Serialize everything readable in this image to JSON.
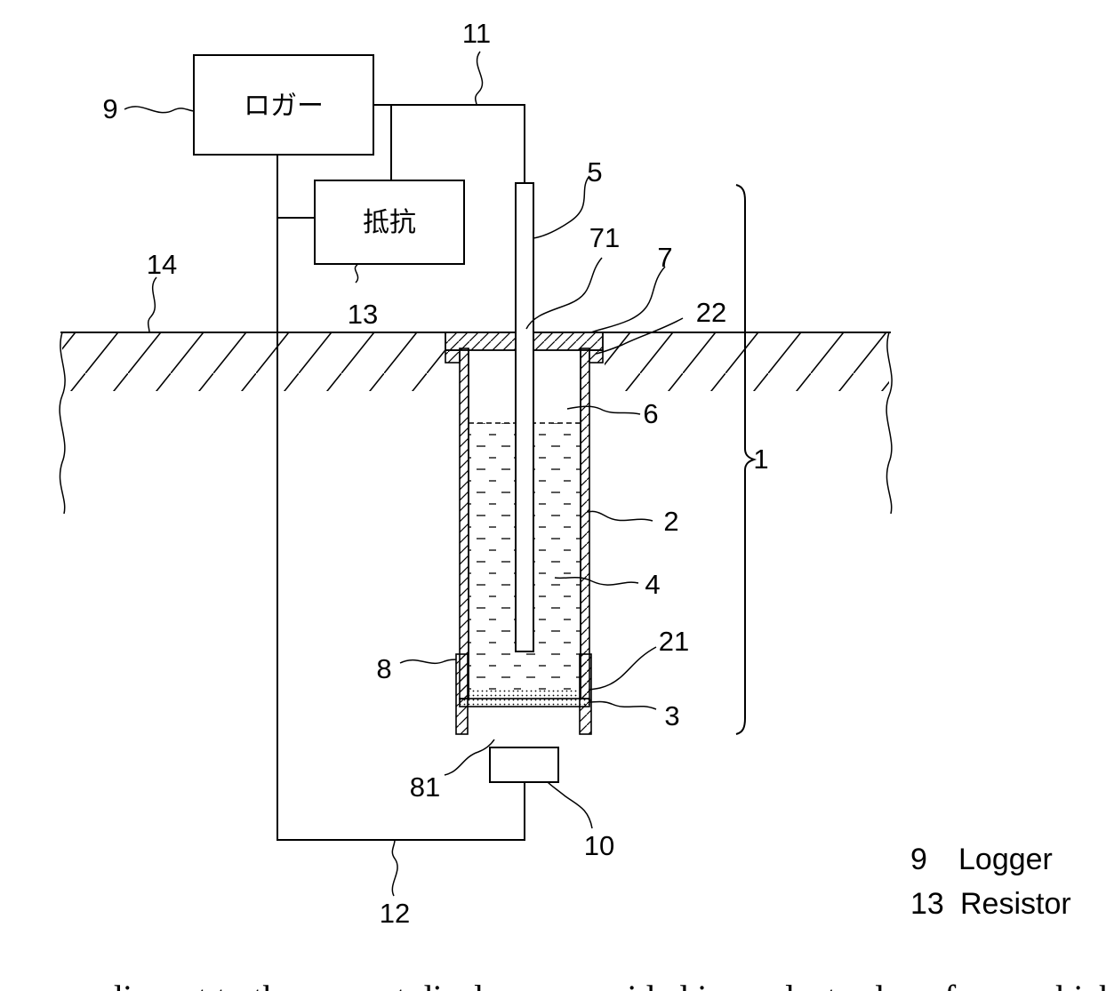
{
  "boxes": {
    "logger_label": "ロガー",
    "resistor_label": "抵抗"
  },
  "refs": {
    "r1": "1",
    "r2": "2",
    "r3": "3",
    "r4": "4",
    "r5": "5",
    "r6": "6",
    "r7": "7",
    "r8": "8",
    "r9": "9",
    "r10": "10",
    "r11": "11",
    "r12": "12",
    "r13": "13",
    "r14": "14",
    "r21": "21",
    "r22": "22",
    "r71": "71",
    "r81": "81"
  },
  "legend": [
    {
      "num": "9",
      "text": "Logger"
    },
    {
      "num": "13",
      "text": "Resistor"
    }
  ],
  "caption_fragment": "...adjacent to the current display ... provided in ... electrode ... for ... which fed"
}
